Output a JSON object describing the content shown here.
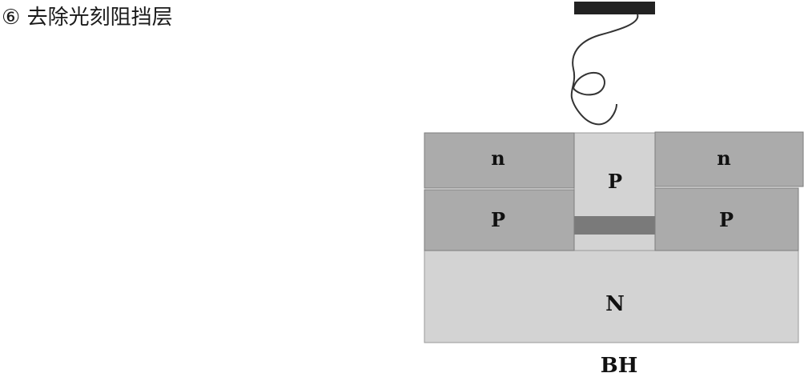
{
  "step_title": "⑥ 去除光刻阻挡层",
  "regions": {
    "left_top": "n",
    "right_top": "n",
    "center_top": "P",
    "left_mid": "P",
    "right_mid": "P",
    "bottom": "N"
  },
  "caption": "BH"
}
